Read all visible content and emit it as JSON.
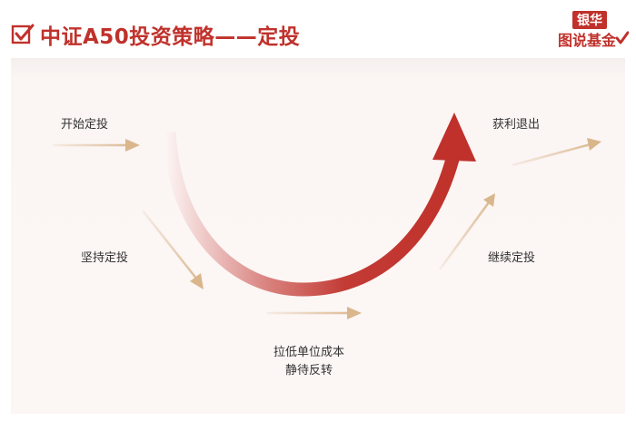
{
  "header": {
    "title": "中证A50投资策略——定投",
    "icons": {
      "title_check": "checkbox-check-icon"
    }
  },
  "logo": {
    "line1": "银华",
    "line2": "图说基金"
  },
  "diagram": {
    "labels": {
      "start": "开始定投",
      "hold": "坚持定投",
      "lower_cost_line1": "拉低单位成本",
      "lower_cost_line2": "静待反转",
      "continue": "继续定投",
      "exit": "获利退出"
    },
    "colors": {
      "accent_red": "#c0312b",
      "arrow_gold": "#d9b68c",
      "panel_bg": "#fcf6f5"
    }
  }
}
